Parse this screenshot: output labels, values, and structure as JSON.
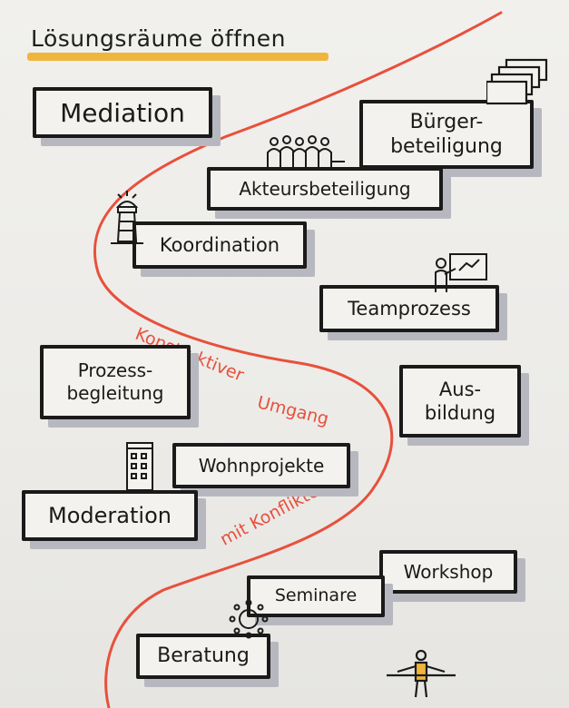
{
  "title": "Lösungsräume öffnen",
  "boxes": {
    "mediation": "Mediation",
    "buergerbeteiligung": "Bürger-\nbeteiligung",
    "akteursbeteiligung": "Akteursbeteiligung",
    "koordination": "Koordination",
    "teamprozess": "Teamprozess",
    "prozessbegleitung": "Prozess-\nbegleitung",
    "ausbildung": "Aus-\nbildung",
    "wohnprojekte": "Wohnprojekte",
    "moderation": "Moderation",
    "workshop": "Workshop",
    "seminare": "Seminare",
    "beratung": "Beratung"
  },
  "path_labels": {
    "konstruktiver": "Konstruktiver",
    "umgang": "Umgang",
    "mit_konflikten": "mit Konflikten"
  },
  "colors": {
    "ink": "#1a1a1a",
    "road": "#e8503c",
    "highlight": "#f0b53c",
    "shadow": "#b7b8bf"
  },
  "icons": [
    "documents-icon",
    "people-group-icon",
    "lighthouse-icon",
    "presenter-board-icon",
    "apartment-tower-icon",
    "sun-icon",
    "person-figure-icon"
  ]
}
